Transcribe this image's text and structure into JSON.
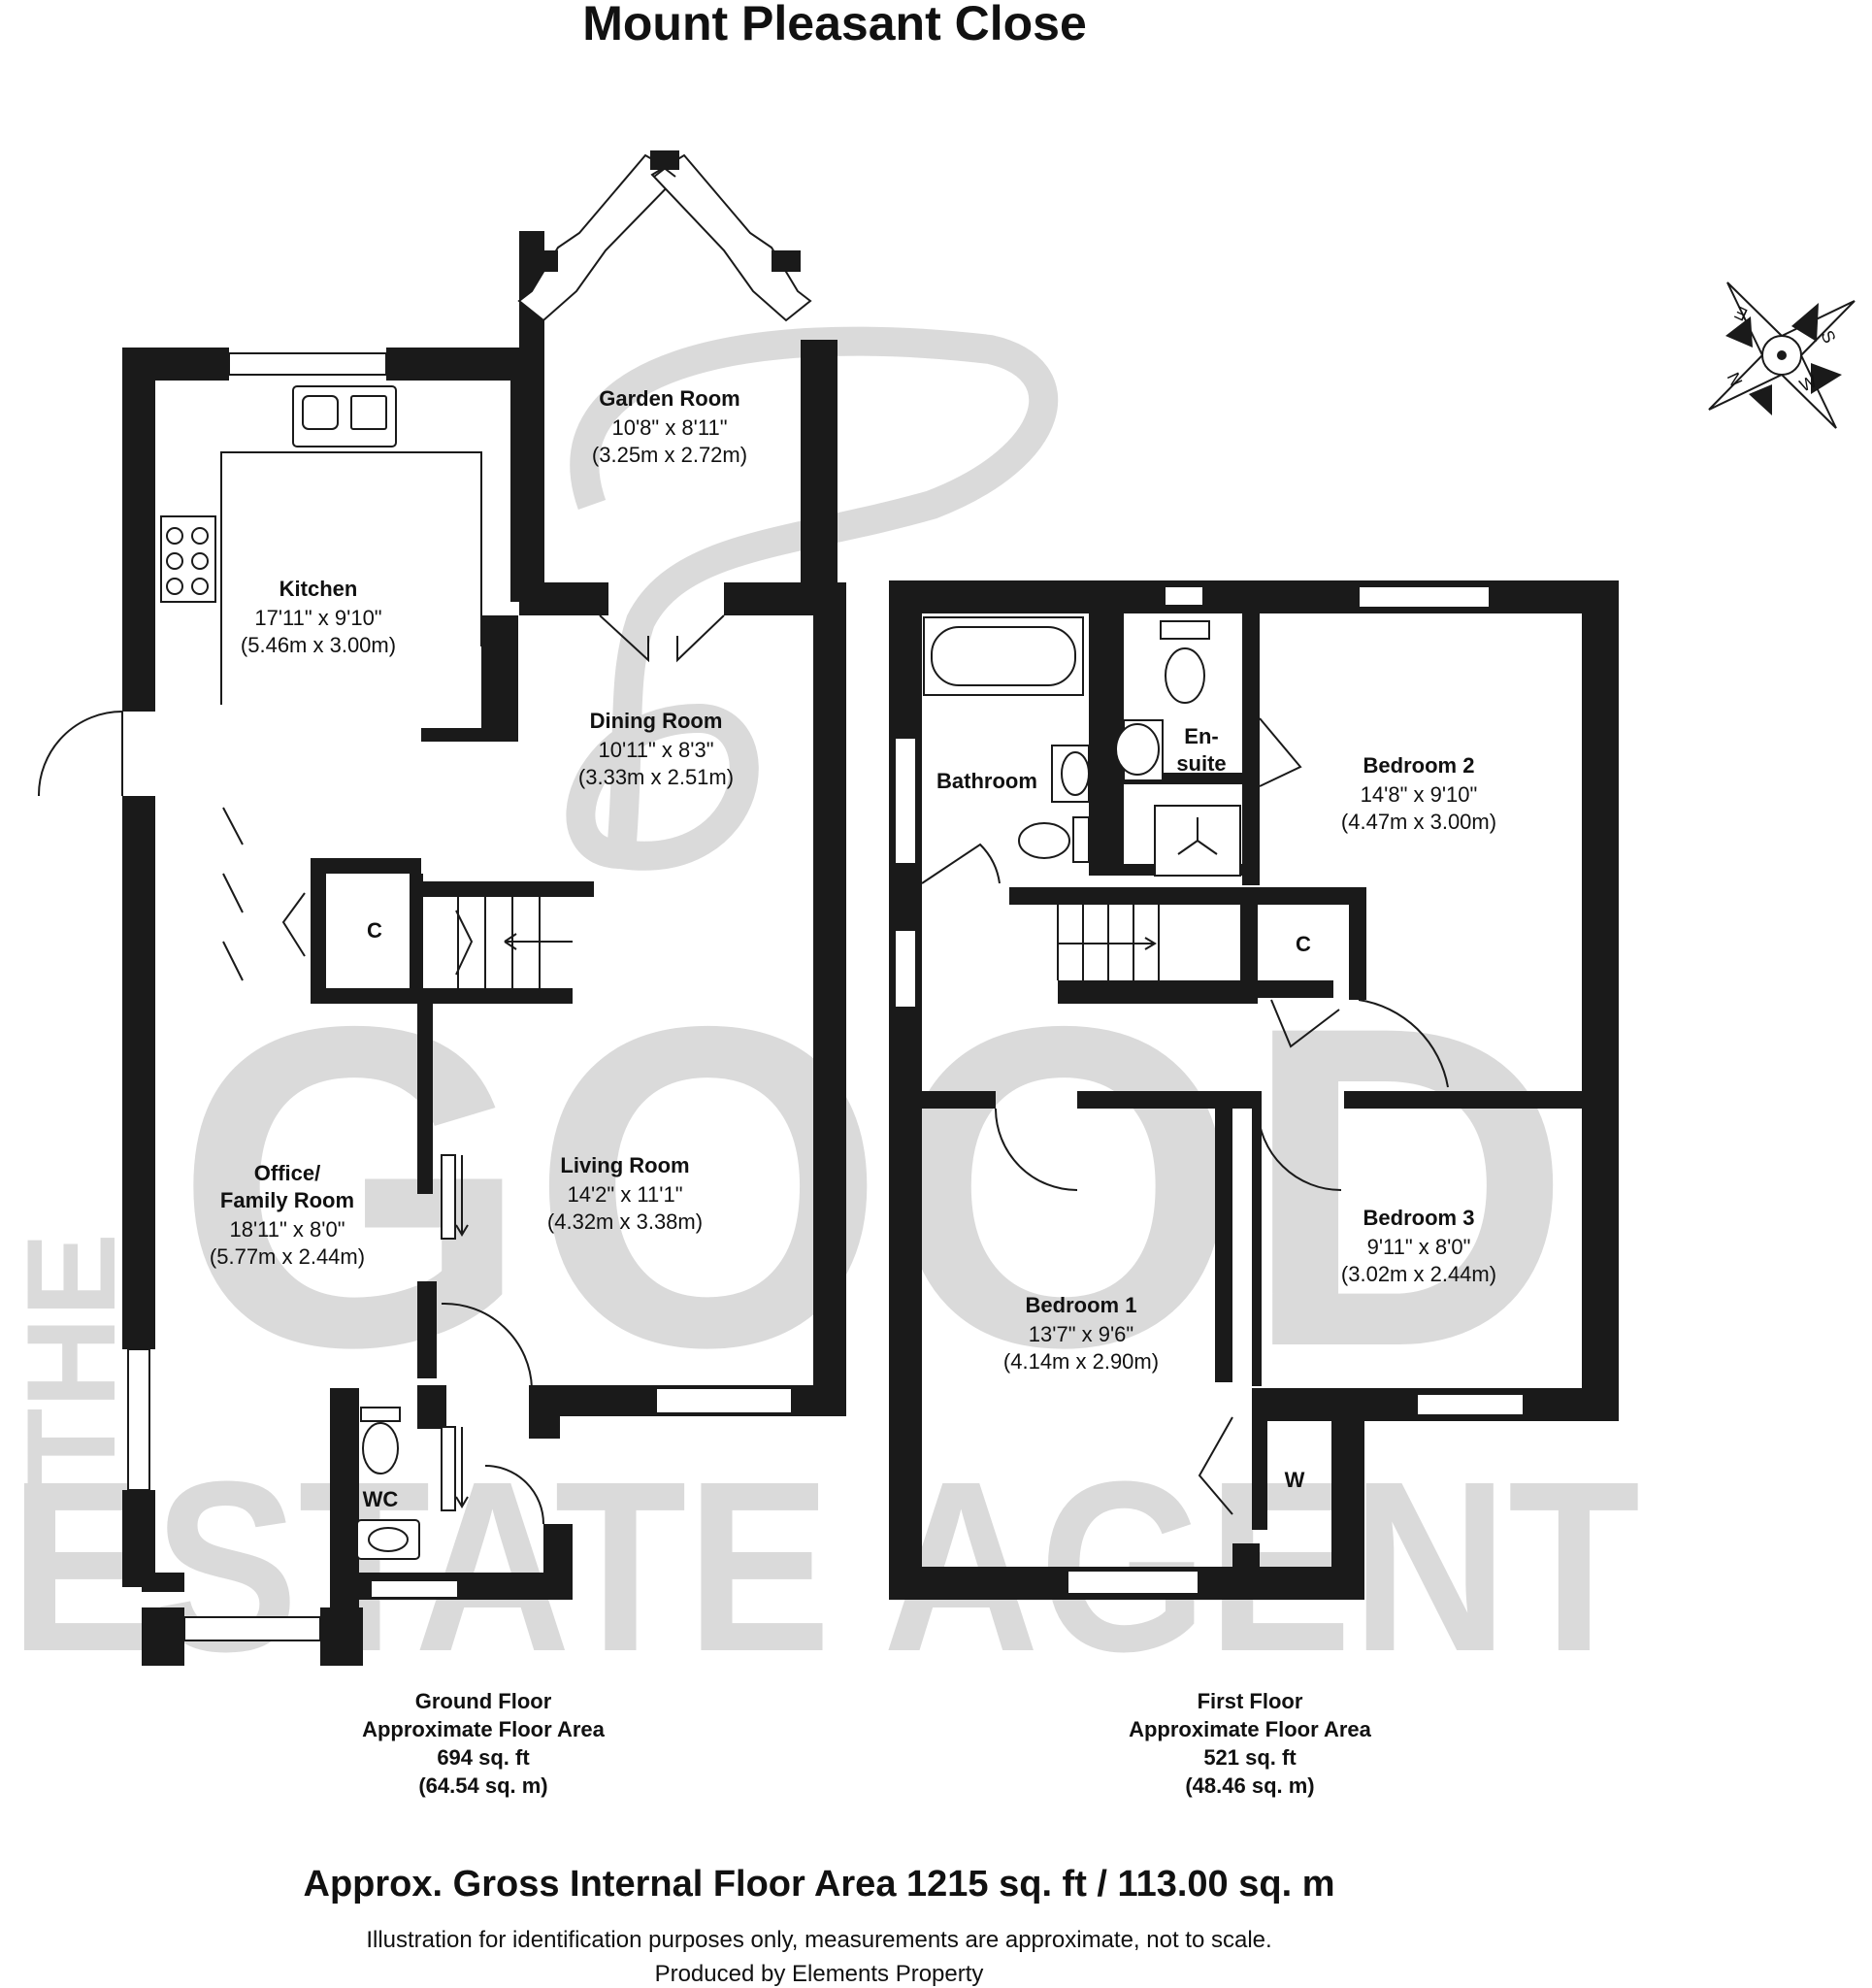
{
  "title": "Mount Pleasant Close",
  "watermark": {
    "line1": "THE",
    "line2": "GOOD",
    "line3": "ESTATE AGENT"
  },
  "compass": {
    "letters": [
      "E",
      "S",
      "N",
      "W"
    ]
  },
  "rooms": {
    "garden_room": {
      "name": "Garden Room",
      "imperial": "10'8\" x 8'11\"",
      "metric": "(3.25m x 2.72m)"
    },
    "kitchen": {
      "name": "Kitchen",
      "imperial": "17'11\" x 9'10\"",
      "metric": "(5.46m x 3.00m)"
    },
    "dining_room": {
      "name": "Dining Room",
      "imperial": "10'11\" x 8'3\"",
      "metric": "(3.33m x 2.51m)"
    },
    "office": {
      "name_line1": "Office/",
      "name_line2": "Family Room",
      "imperial": "18'11\" x 8'0\"",
      "metric": "(5.77m x 2.44m)"
    },
    "living_room": {
      "name": "Living Room",
      "imperial": "14'2\" x 11'1\"",
      "metric": "(4.32m x 3.38m)"
    },
    "wc": {
      "name": "WC"
    },
    "cupboard_ground": {
      "name": "C"
    },
    "bathroom": {
      "name": "Bathroom"
    },
    "ensuite": {
      "name_line1": "En-",
      "name_line2": "suite"
    },
    "bedroom_2": {
      "name": "Bedroom 2",
      "imperial": "14'8\" x 9'10\"",
      "metric": "(4.47m x 3.00m)"
    },
    "cupboard_first": {
      "name": "C"
    },
    "bedroom_1": {
      "name": "Bedroom 1",
      "imperial": "13'7\" x 9'6\"",
      "metric": "(4.14m x 2.90m)"
    },
    "bedroom_3": {
      "name": "Bedroom 3",
      "imperial": "9'11\" x 8'0\"",
      "metric": "(3.02m x 2.44m)"
    },
    "wardrobe": {
      "name": "W"
    }
  },
  "ground_floor": {
    "label": "Ground Floor",
    "area_label": "Approximate Floor Area",
    "sqft": "694 sq. ft",
    "sqm": "(64.54 sq. m)"
  },
  "first_floor": {
    "label": "First Floor",
    "area_label": "Approximate Floor Area",
    "sqft": "521 sq. ft",
    "sqm": "(48.46 sq. m)"
  },
  "footer": {
    "gross_area": "Approx. Gross Internal Floor Area 1215 sq. ft / 113.00 sq. m",
    "disclaimer": "Illustration for identification purposes only, measurements are approximate, not to scale.",
    "producer": "Produced by Elements Property"
  }
}
